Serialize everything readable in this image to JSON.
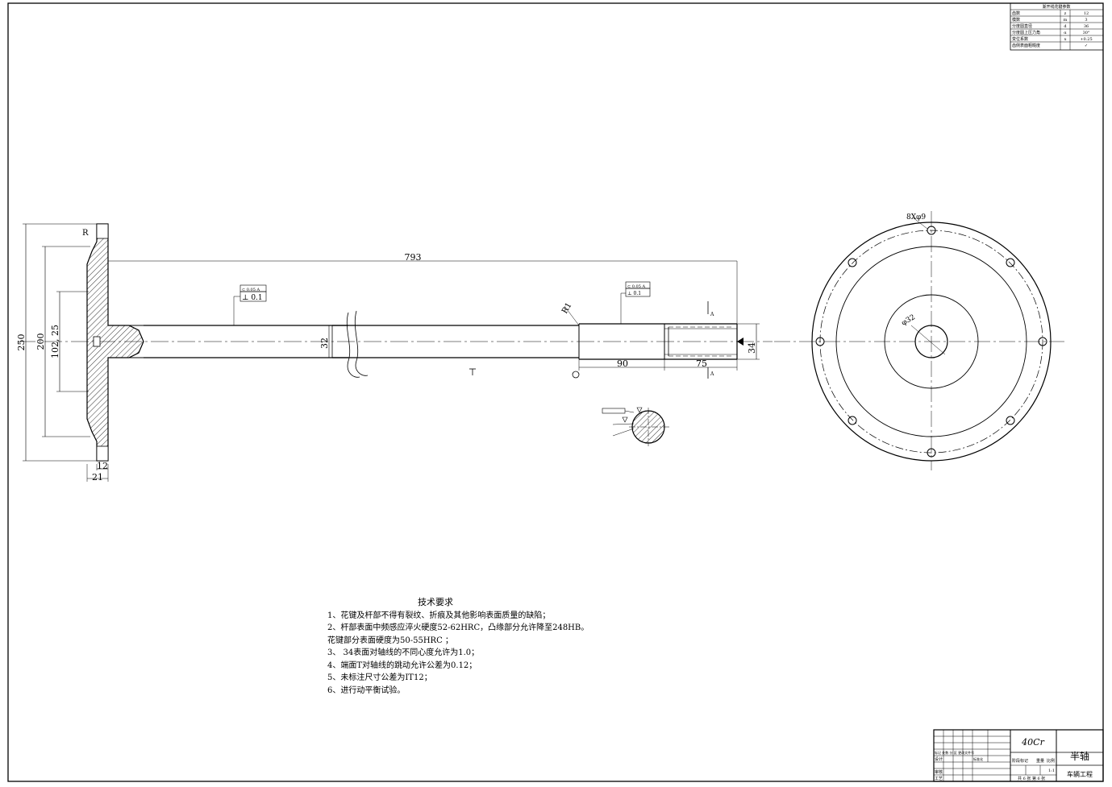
{
  "drawing": {
    "dims": {
      "overall_length": "793",
      "flange_dia": "250",
      "pcd": "200",
      "hub_dia": "102, 25",
      "shaft_dia": "32",
      "spline_dia": "34",
      "spline_len": "75",
      "segment_len": "90",
      "flange_thk_total": "21",
      "flange_thk": "12",
      "fillet_r": "R1",
      "bolt_holes": "8Xφ9",
      "bore": "φ32",
      "section_mark": "A",
      "small_r": "R"
    },
    "tolerances": {
      "frame_left": "⊂ 0.05 A",
      "frame_left_2": "⊥ 0.1",
      "frame_right": "⊂ 0.05 A",
      "frame_right_2": "⊥ 0.1"
    }
  },
  "gear_table": {
    "title": "渐开线花键参数",
    "rows": [
      {
        "name": "齿数",
        "sym": "z",
        "val": "12"
      },
      {
        "name": "模数",
        "sym": "m",
        "val": "3"
      },
      {
        "name": "分度圆直径",
        "sym": "d",
        "val": "36"
      },
      {
        "name": "分度圆上压力角",
        "sym": "α",
        "val": "30°"
      },
      {
        "name": "变位系数",
        "sym": "x",
        "val": "+0.25"
      },
      {
        "name": "齿侧表面粗糙度",
        "sym": "",
        "val": "✓"
      }
    ]
  },
  "notes": {
    "title": "技术要求",
    "lines": [
      "1、花键及杆部不得有裂纹、折痕及其他影响表面质量的缺陷；",
      "2、杆部表面中频感应淬火硬度52-62HRC，凸缘部分允许降至248HB。",
      "花键部分表面硬度为50-55HRC ；",
      "3、 34表面对轴线的不同心度允许为1.0；",
      "4、端面T对轴线的跳动允许公差为0.12；",
      "5、未标注尺寸公差为IT12；",
      "6、进行动平衡试验。"
    ]
  },
  "title_block": {
    "material": "40Cr",
    "part_name": "半轴",
    "company": "车辆工程",
    "mark_row": "标记 处数 分 区 更改文件号",
    "designer": "设计",
    "standard": "标准化",
    "review": "审核",
    "process": "工艺",
    "stage": "阶段标记",
    "weight": "重量",
    "scale": "比例",
    "scale_val": "1:1",
    "sheets": "共 6 张   第 6 张"
  }
}
